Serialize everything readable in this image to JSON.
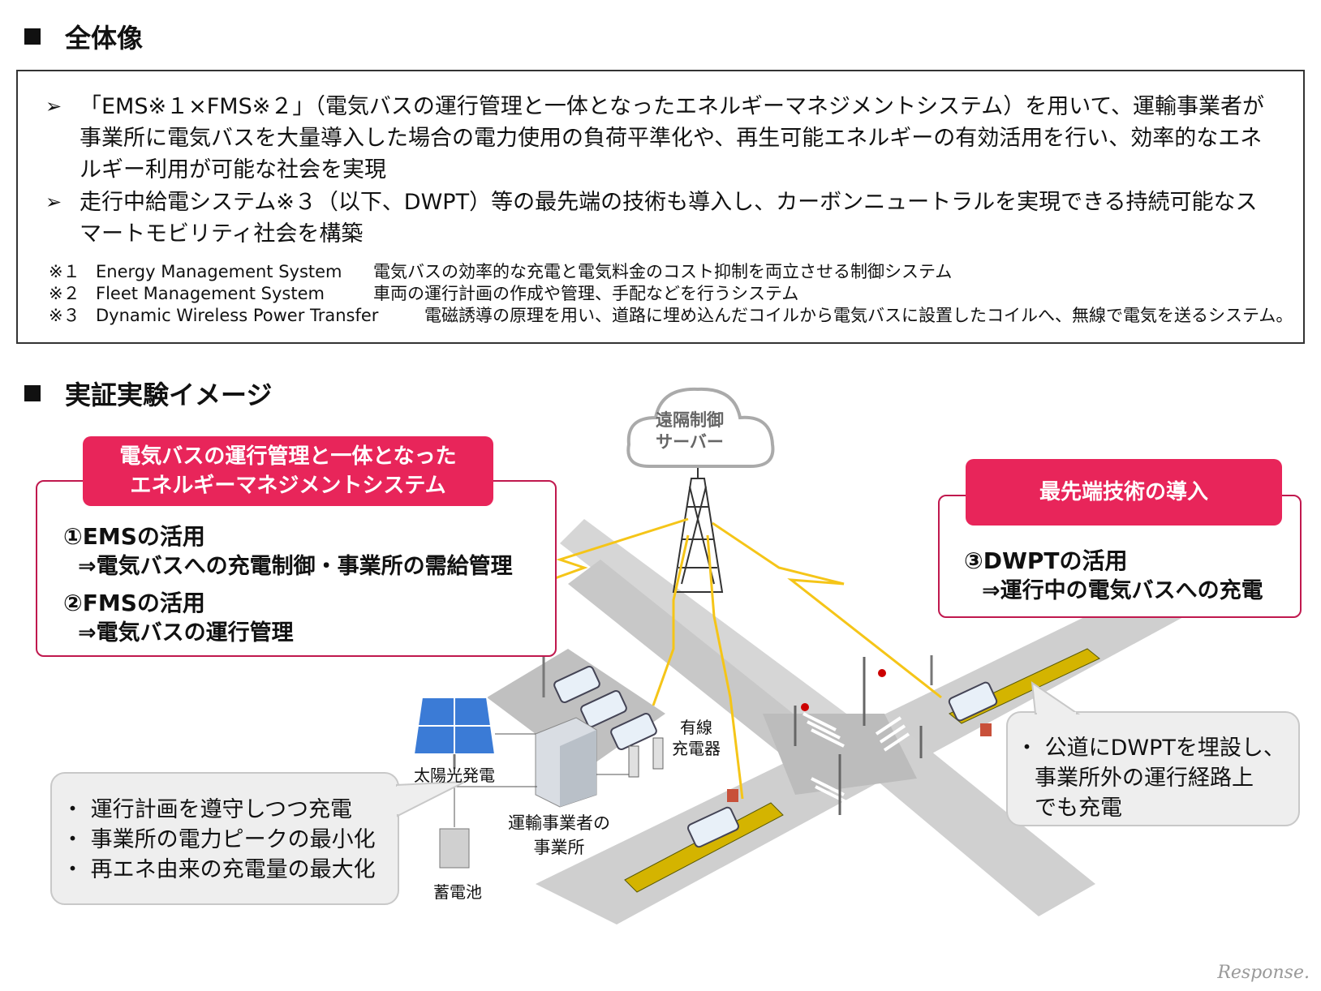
{
  "section1_title": "全体像",
  "bullets": [
    {
      "arrow": "➢",
      "text": "「EMS※１×FMS※２」（電気バスの運行管理と一体となったエネルギーマネジメントシステム）を用いて、運輸事業者が事業所に電気バスを大量導入した場合の電力使用の負荷平準化や、再生可能エネルギーの有効活用を行い、効率的なエネルギー利用が可能な社会を実現"
    },
    {
      "arrow": "➢",
      "text": "走行中給電システム※３（以下、DWPT）等の最先端の技術も導入し、カーボンニュートラルを実現できる持続可能なスマートモビリティ社会を構築"
    }
  ],
  "notes": [
    {
      "mark": "※１",
      "term": "Energy Management System",
      "desc": "電気バスの効率的な充電と電気料金のコスト抑制を両立させる制御システム"
    },
    {
      "mark": "※２",
      "term": "Fleet Management System",
      "desc": "車両の運行計画の作成や管理、手配などを行うシステム"
    },
    {
      "mark": "※３",
      "term": "Dynamic Wireless Power Transfer",
      "desc": "電磁誘導の原理を用い、道路に埋め込んだコイルから電気バスに設置したコイルへ、無線で電気を送るシステム。"
    }
  ],
  "section2_title": "実証実験イメージ",
  "cloud_label": [
    "遠隔制御",
    "サーバー"
  ],
  "ems_header": [
    "電気バスの運行管理と一体となった",
    "エネルギーマネジメントシステム"
  ],
  "ems_lines": [
    "①EMSの活用",
    "⇒電気バスへの充電制御・事業所の需給管理",
    "②FMSの活用",
    "⇒電気バスの運行管理"
  ],
  "tech_header": "最先端技術の導入",
  "tech_lines": [
    "③DWPTの活用",
    "⇒運行中の電気バスへの充電"
  ],
  "left_bubble": [
    "・ 運行計画を遵守しつつ充電",
    "・ 事業所の電力ピークの最小化",
    "・ 再エネ由来の充電量の最大化"
  ],
  "right_bubble": [
    "・ 公道にDWPTを埋設し、",
    "事業所外の運行経路上",
    "でも充電"
  ],
  "labels": {
    "solar": "太陽光発電",
    "charger": [
      "有線",
      "充電器"
    ],
    "office": [
      "運輸事業者の",
      "事業所"
    ],
    "battery": "蓄電池"
  },
  "watermark": "Response.",
  "colors": {
    "accent_pink": "#e8255a",
    "signal_yellow": "#f5c518",
    "dwpt_coil": "#d4b400"
  }
}
